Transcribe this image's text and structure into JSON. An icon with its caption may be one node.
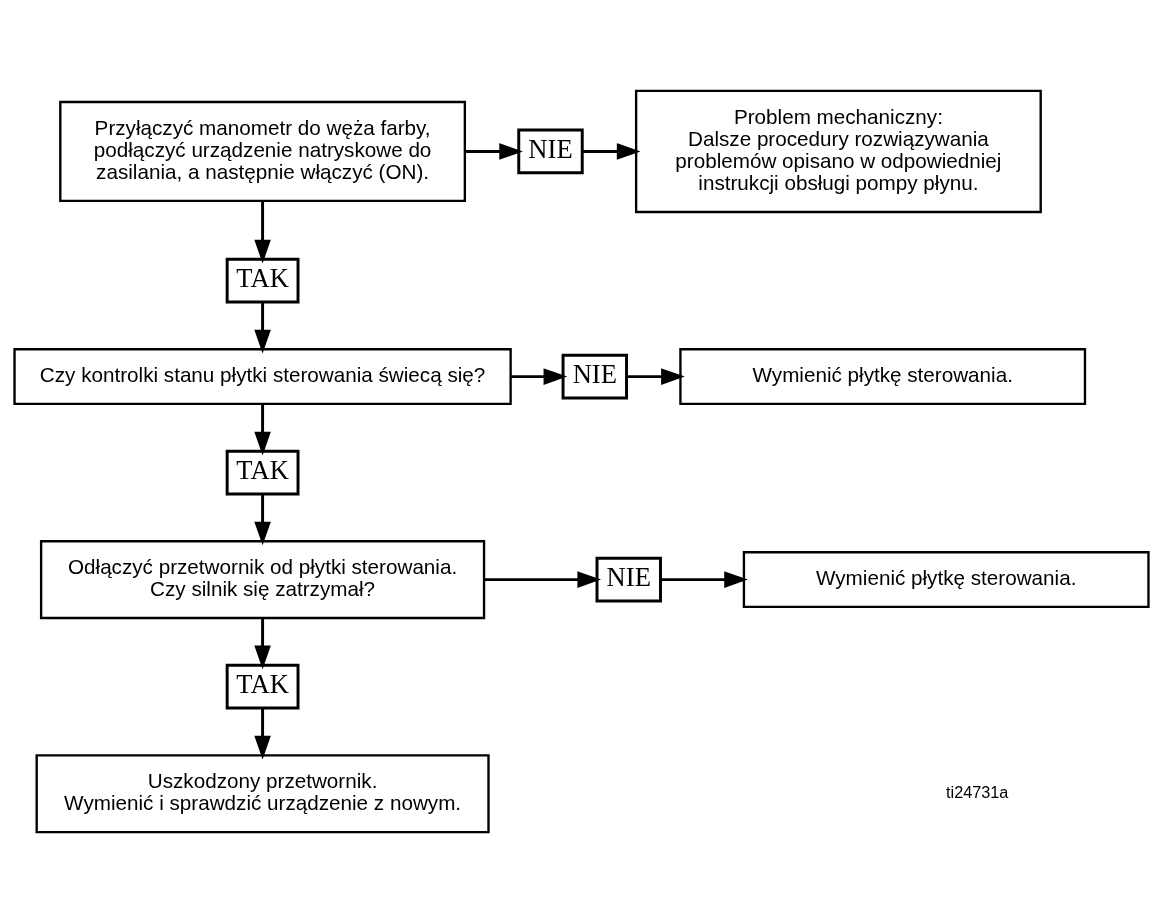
{
  "diagram": {
    "nodes": [
      {
        "text": [
          "Przyłączyć manometr do węża farby, podłączyć urządzenie natryskowe do zasilania, a następnie włączyć (ON)."
        ]
      },
      {
        "text": [
          "NIE"
        ]
      },
      {
        "text": [
          "Problem mechaniczny:",
          "Dalsze procedury rozwiązywania problemów opisano w odpowiedniej instrukcji obsługi pompy płynu."
        ]
      },
      {
        "text": [
          "TAK"
        ]
      },
      {
        "text": [
          "Czy kontrolki stanu płytki sterowania świecą się?"
        ]
      },
      {
        "text": [
          "NIE"
        ]
      },
      {
        "text": [
          "Wymienić płytkę sterowania."
        ]
      },
      {
        "text": [
          "TAK"
        ]
      },
      {
        "text": [
          "Odłączyć przetwornik od płytki sterowania.",
          "Czy silnik się zatrzymał?"
        ]
      },
      {
        "text": [
          "NIE"
        ]
      },
      {
        "text": [
          "Wymienić płytkę sterowania."
        ]
      },
      {
        "text": [
          "TAK"
        ]
      },
      {
        "text": [
          "Uszkodzony przetwornik.",
          "Wymienić i sprawdzić urządzenie z nowym."
        ]
      }
    ],
    "edges": [
      {
        "from": 0,
        "to": 1,
        "arrow": "to"
      },
      {
        "from": 1,
        "to": 2,
        "arrow": "to"
      },
      {
        "from": 0,
        "to": 3,
        "arrow": "to"
      },
      {
        "from": 3,
        "to": 4,
        "arrow": "to"
      },
      {
        "from": 4,
        "to": 5,
        "arrow": "to"
      },
      {
        "from": 5,
        "to": 6,
        "arrow": "to"
      },
      {
        "from": 4,
        "to": 7,
        "arrow": "to"
      },
      {
        "from": 7,
        "to": 8,
        "arrow": "to"
      },
      {
        "from": 8,
        "to": 9,
        "arrow": "to"
      },
      {
        "from": 9,
        "to": 10,
        "arrow": "to"
      },
      {
        "from": 8,
        "to": 11,
        "arrow": "to"
      },
      {
        "from": 11,
        "to": 12,
        "arrow": "to"
      }
    ],
    "labels": [
      "ti24731a"
    ]
  }
}
